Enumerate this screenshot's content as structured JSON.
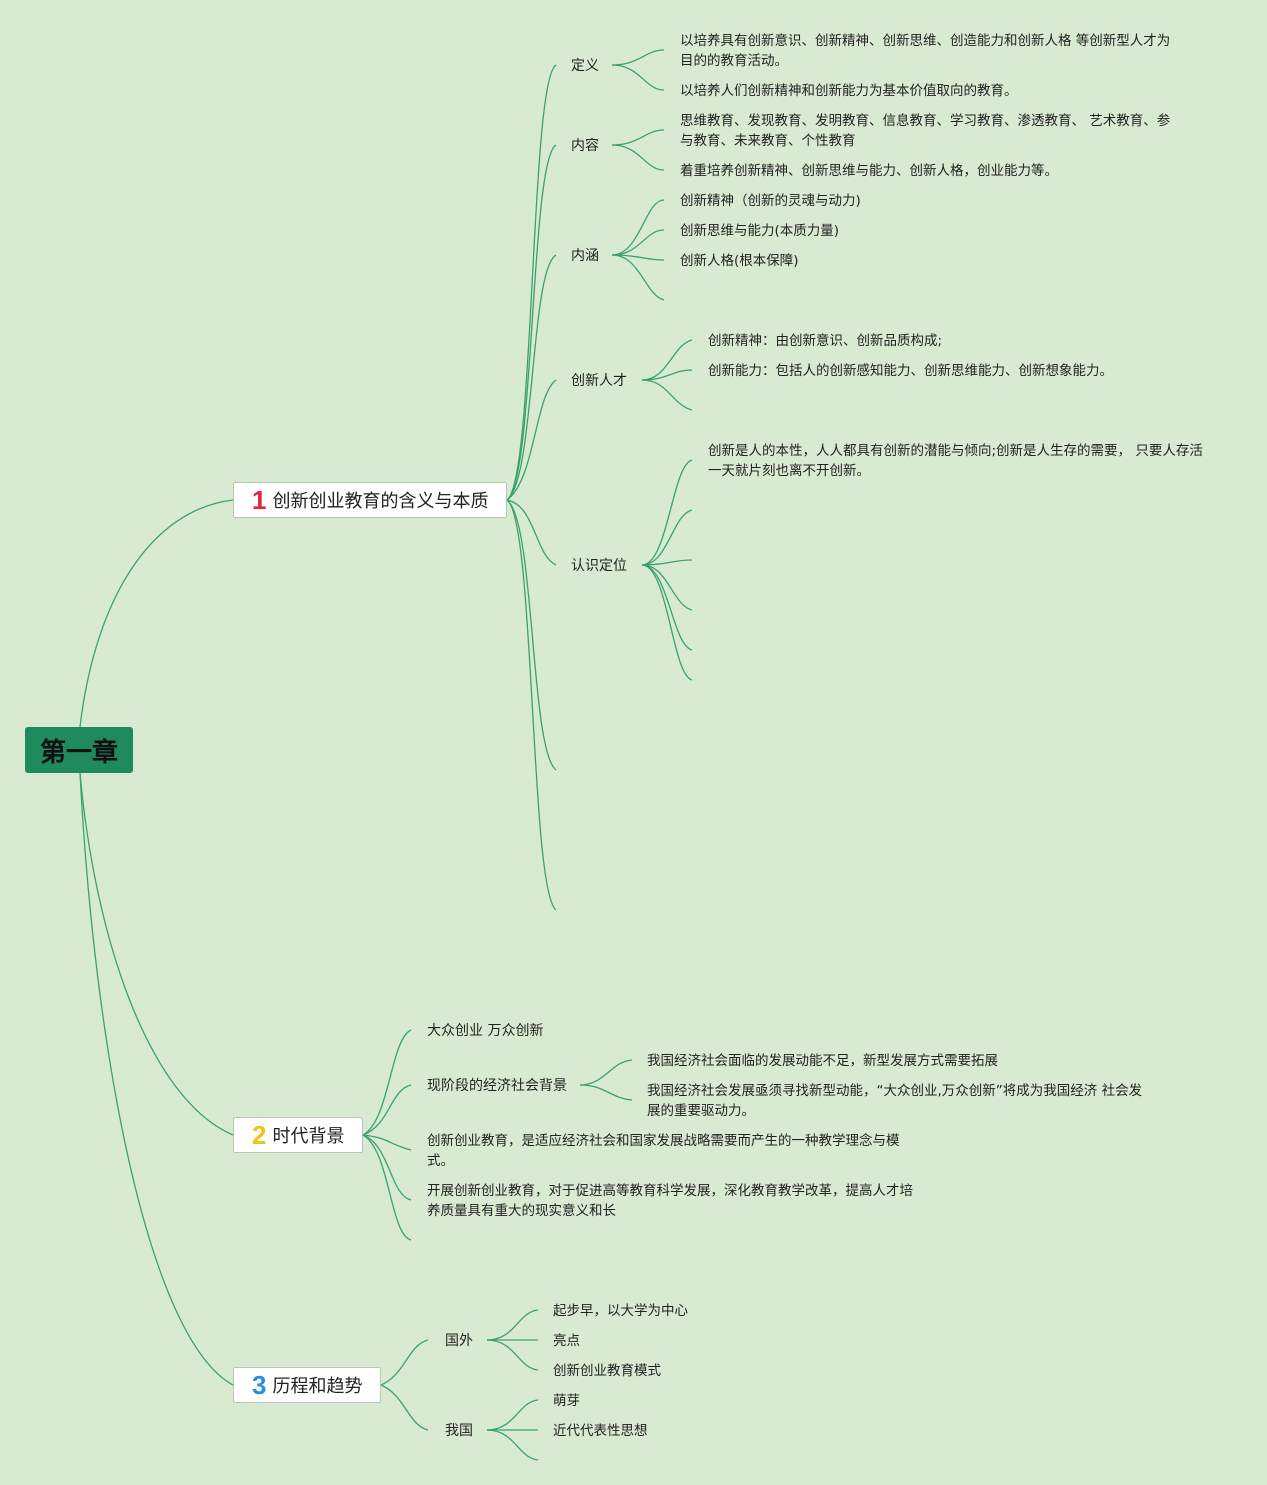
{
  "root": {
    "title": "第一章"
  },
  "branches": [
    {
      "num": "1",
      "label": "创新创业教育的含义与本质",
      "children": [
        {
          "label": "定义",
          "items": [
            "以培养具有创新意识、创新精神、创新思维、创造能力和创新人格 等创新型人才为目的的教育活动。",
            "以培养人们创新精神和创新能力为基本价值取向的教育。"
          ]
        },
        {
          "label": "内容",
          "items": [
            "思维教育、发现教育、发明教育、信息教育、学习教育、渗透教育、 艺术教育、参与教育、未来教育、个性教育",
            "着重培养创新精神、创新思维与能力、创新人格，创业能力等。"
          ]
        },
        {
          "label": "内涵",
          "items": [
            "创新精神（创新的灵魂与动力)",
            "创新思维与能力(本质力量)",
            "创新人格(根本保障)"
          ]
        },
        {
          "label": "创新人才",
          "items": [
            "创新精神：由创新意识、创新品质构成;",
            "创新能力：包括人的创新感知能力、创新思维能力、创新想象能力。"
          ]
        },
        {
          "label": "认识定位",
          "items": [
            "创新是人的本性，人人都具有创新的潜能与倾向;创新是人生存的需要， 只要人存活一天就片刻也离不开创新。"
          ]
        }
      ]
    },
    {
      "num": "2",
      "label": "时代背景",
      "children": [
        {
          "label": "大众创业 万众创新"
        },
        {
          "label": "现阶段的经济社会背景",
          "items": [
            "我国经济社会面临的发展动能不足，新型发展方式需要拓展",
            "我国经济社会发展亟须寻找新型动能，“大众创业,万众创新”将成为我国经济 社会发展的重要驱动力。"
          ]
        },
        {
          "label": "创新创业教育，是适应经济社会和国家发展战略需要而产生的一种教学理念与模式。"
        },
        {
          "label": "开展创新创业教育，对于促进高等教育科学发展，深化教育教学改革，提高人才培养质量具有重大的现实意义和长"
        }
      ]
    },
    {
      "num": "3",
      "label": "历程和趋势",
      "children": [
        {
          "label": "国外",
          "items": [
            "起步早，以大学为中心",
            "亮点",
            "创新创业教育模式"
          ]
        },
        {
          "label": "我国",
          "items": [
            "萌芽",
            "近代代表性思想"
          ]
        }
      ]
    }
  ]
}
